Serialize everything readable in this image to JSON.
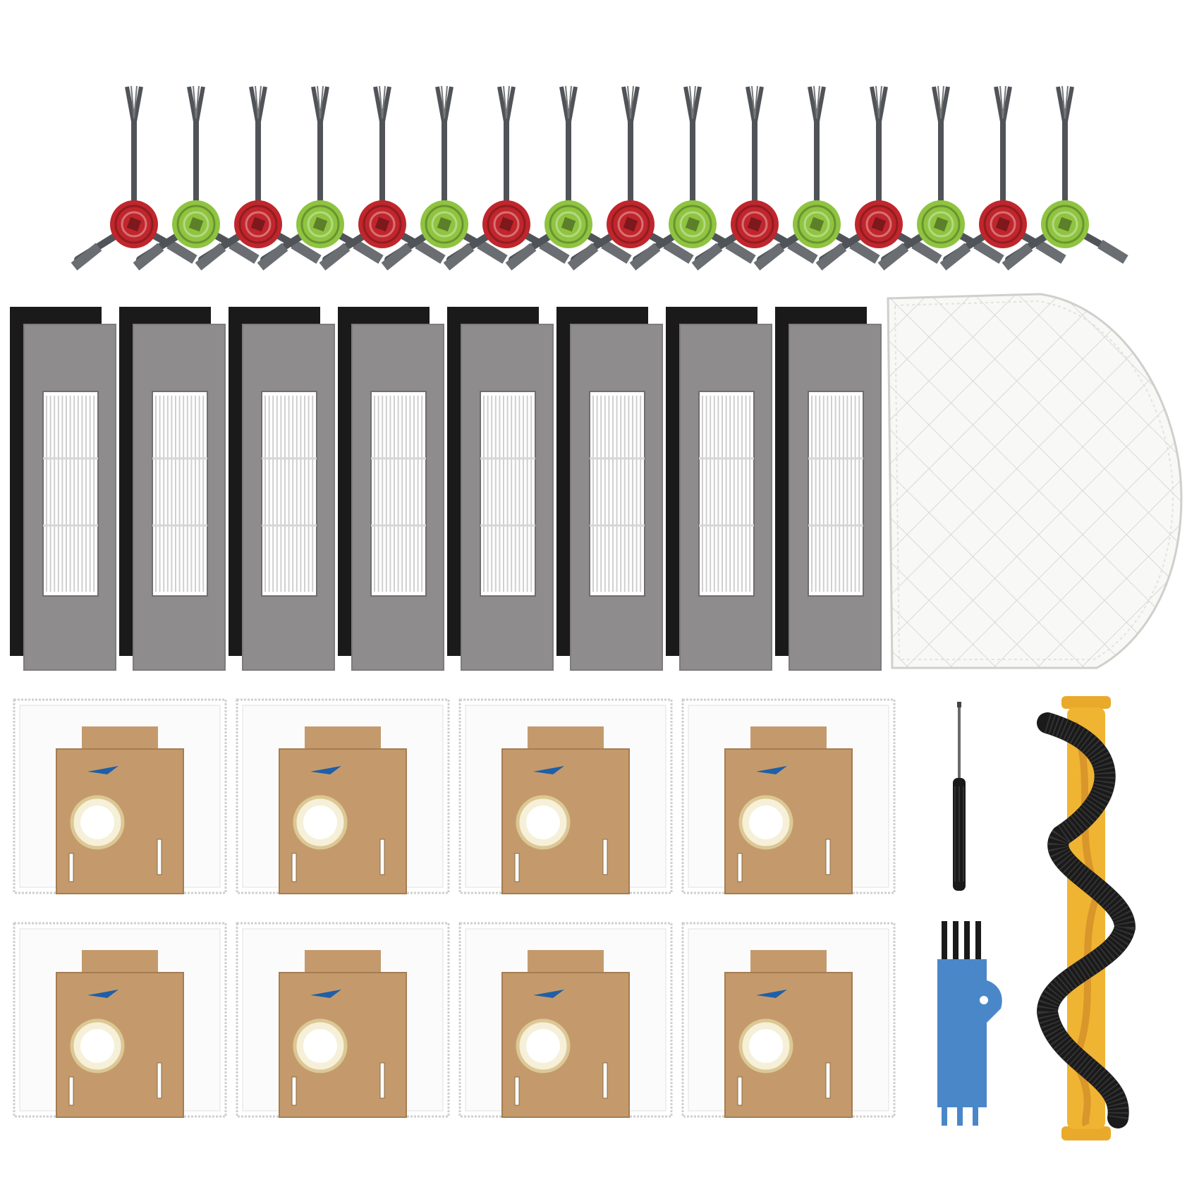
{
  "image": {
    "background": "#ffffff",
    "groups": [
      {
        "name": "side-brushes",
        "count": 16,
        "hub_colors": [
          "#c0262c",
          "#8fc440"
        ],
        "bristle_color": "#505459"
      },
      {
        "name": "hepa-filters",
        "count": 8,
        "frame_color": "#8e8c8d",
        "sponge_color": "#1a1a1a"
      },
      {
        "name": "mop-pad",
        "count": 1,
        "color": "#f7f7f5"
      },
      {
        "name": "dust-bags",
        "count": 8,
        "card_color": "#c49a6c",
        "marker_color": "#1e5fa8"
      },
      {
        "name": "screwdriver",
        "count": 1,
        "color": "#1a1a1a"
      },
      {
        "name": "cleaning-tool",
        "count": 1,
        "color": "#4a87c9"
      },
      {
        "name": "main-roller-brush",
        "count": 1,
        "frame_color": "#f0b433",
        "bristle_color": "#1a1a1a"
      }
    ]
  }
}
